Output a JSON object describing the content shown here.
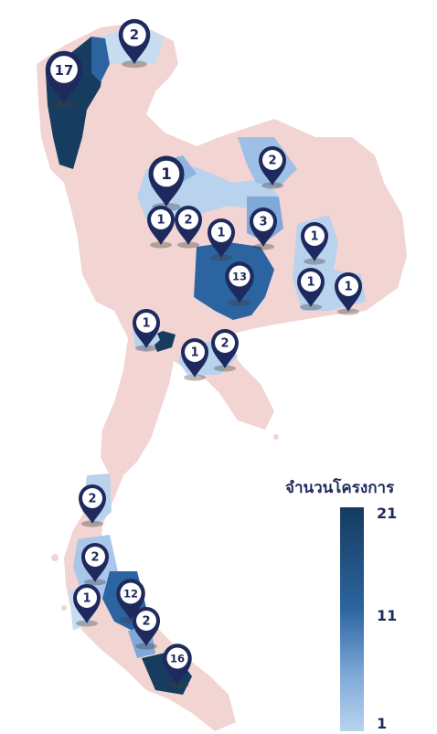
{
  "legend": {
    "title": "จำนวนโครงการ",
    "max": "21",
    "mid": "11",
    "min": "1",
    "colors": {
      "low": "#b9d3ef",
      "mid": "#2b64a0",
      "high": "#163c5f"
    }
  },
  "colors": {
    "land": "#f2d4d2",
    "marker": "#1e2a5e",
    "marker_inner": "#ffffff"
  },
  "markers": [
    {
      "id": "chiang-rai",
      "count": "2"
    },
    {
      "id": "chiang-mai",
      "count": "17"
    },
    {
      "id": "loei",
      "count": "1"
    },
    {
      "id": "udon",
      "count": "2"
    },
    {
      "id": "nb-1",
      "count": "1"
    },
    {
      "id": "nb-2",
      "count": "2"
    },
    {
      "id": "khon-kaen",
      "count": "1"
    },
    {
      "id": "kalasin",
      "count": "3"
    },
    {
      "id": "yasothon",
      "count": "1"
    },
    {
      "id": "nakhon-ratchasima",
      "count": "13"
    },
    {
      "id": "surin",
      "count": "1"
    },
    {
      "id": "ubon",
      "count": "1"
    },
    {
      "id": "bangkok",
      "count": "1"
    },
    {
      "id": "chachoengsao",
      "count": "1"
    },
    {
      "id": "chonburi",
      "count": "2"
    },
    {
      "id": "chumphon",
      "count": "2"
    },
    {
      "id": "surat",
      "count": "2"
    },
    {
      "id": "phang-nga",
      "count": "1"
    },
    {
      "id": "nakhon-si",
      "count": "12"
    },
    {
      "id": "phatthalung",
      "count": "2"
    },
    {
      "id": "songkhla",
      "count": "16"
    }
  ]
}
